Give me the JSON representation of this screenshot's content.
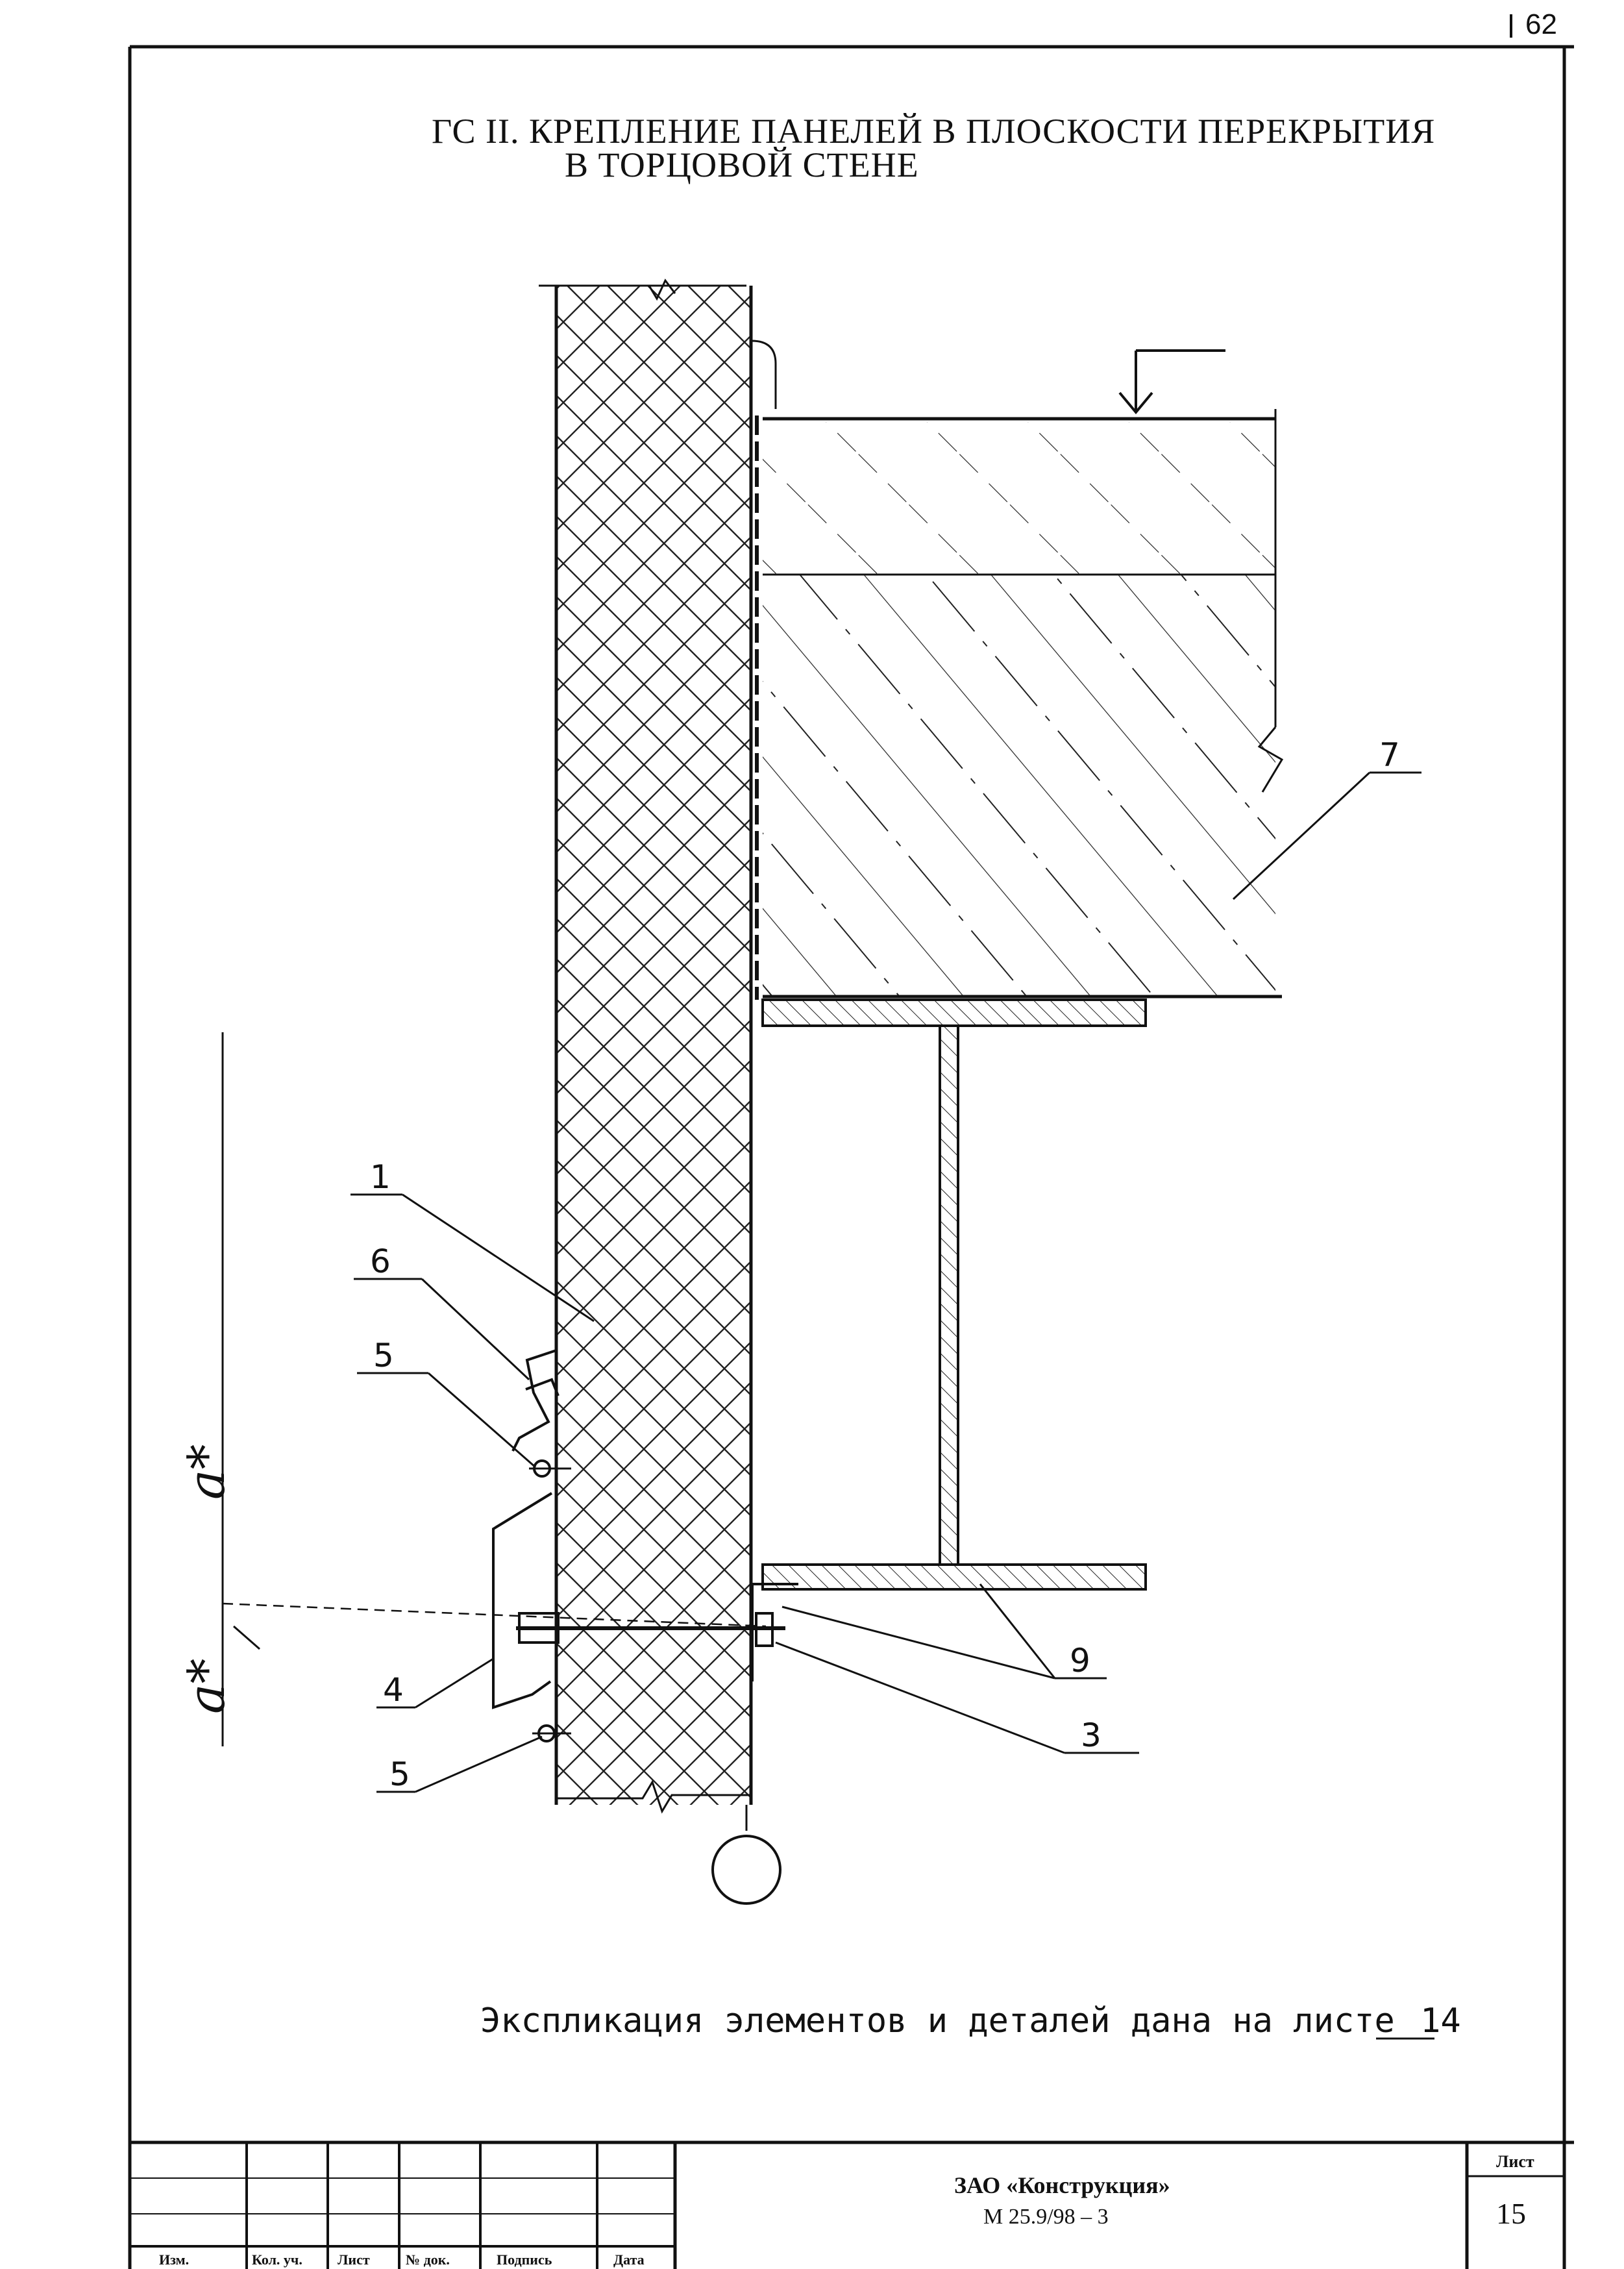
{
  "page_number": "62",
  "title": {
    "line1": "ГС II. КРЕПЛЕНИЕ ПАНЕЛЕЙ В ПЛОСКОСТИ ПЕРЕКРЫТИЯ",
    "line2": "В ТОРЦОВОЙ СТЕНЕ"
  },
  "callouts": {
    "c1": "1",
    "c6": "6",
    "c5_upper": "5",
    "c4": "4",
    "c5_lower": "5",
    "c7": "7",
    "c9": "9",
    "c3": "3"
  },
  "dimensions": {
    "upper": "a*",
    "lower": "a*"
  },
  "note": {
    "text": "Экспликация элементов и деталей дана на листе",
    "sheet_ref": "14"
  },
  "stamp": {
    "headers": [
      "Изм.",
      "Кол. уч.",
      "Лист",
      "№ док.",
      "Подпись",
      "Дата"
    ],
    "organization": "ЗАО «Конструкция»",
    "document_code": "М 25.9/98 – 3",
    "sheet_label": "Лист",
    "sheet_number": "15"
  }
}
